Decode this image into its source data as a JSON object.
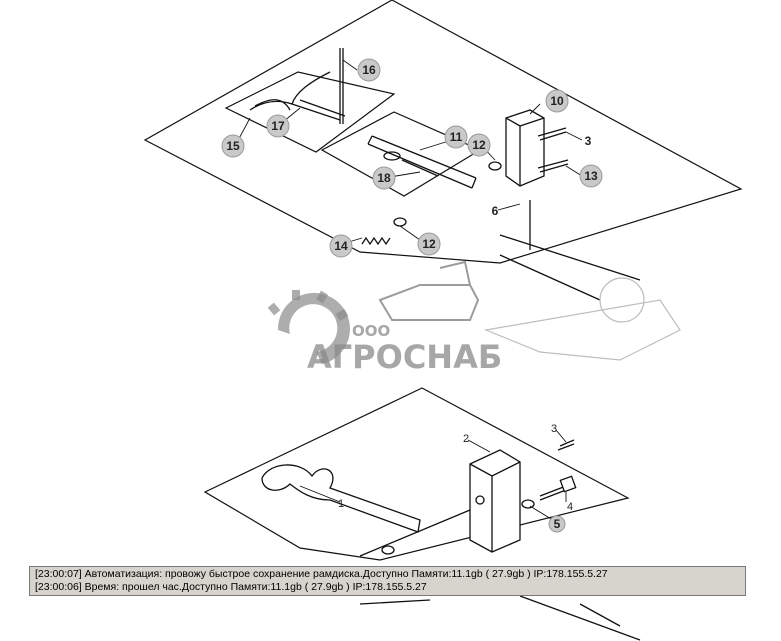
{
  "diagram_top": {
    "callouts": [
      "16",
      "10",
      "17",
      "15",
      "11",
      "12",
      "3",
      "18",
      "13",
      "6",
      "14",
      "12"
    ]
  },
  "diagram_bottom": {
    "callouts": [
      "2",
      "3",
      "1",
      "4",
      "5"
    ]
  },
  "watermark": {
    "ooo": "ООО",
    "brand": "АГРОСНАБ"
  },
  "log": {
    "lines": [
      "[23:00:07]  Автоматизация: провожу быстрое сохранение рамдиска.Доступно Памяти:11.1gb  ( 27.9gb ) IP:178.155.5.27",
      "[23:00:06]  Время: прошел час.Доступно Памяти:11.1gb  ( 27.9gb ) IP:178.155.5.27"
    ]
  }
}
